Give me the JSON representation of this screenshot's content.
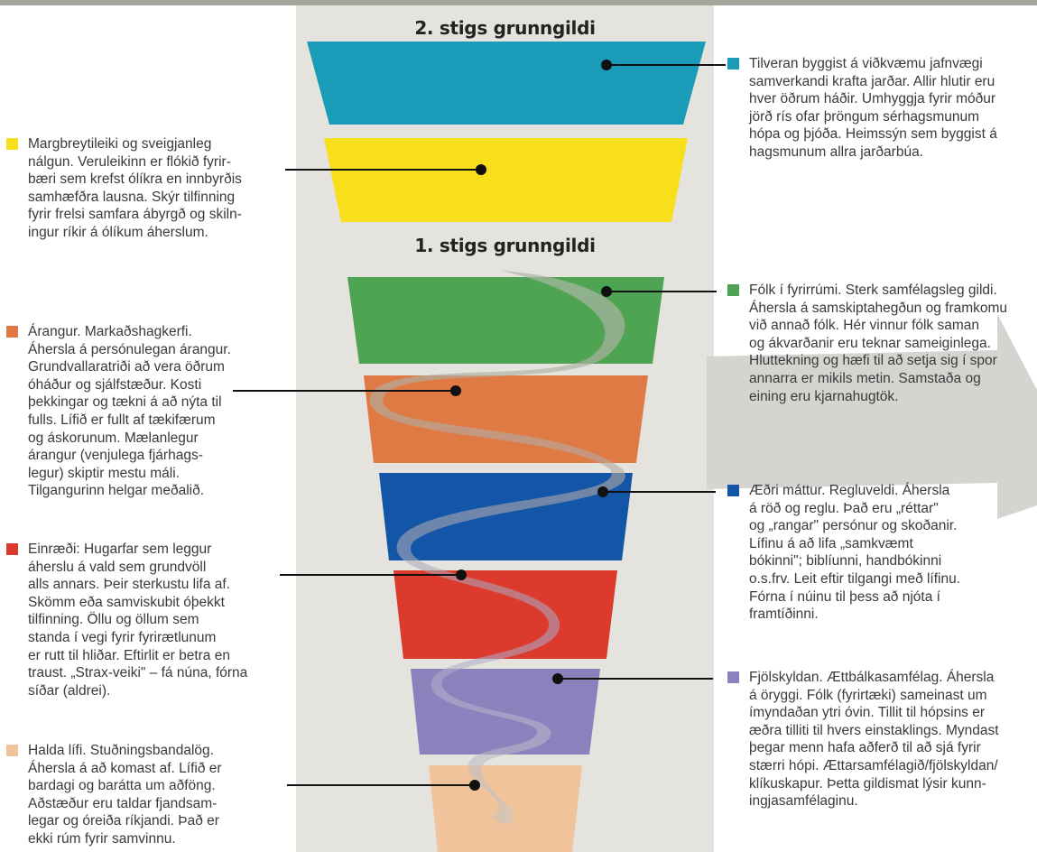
{
  "titles": {
    "second_tier": "2. stigs grunngildi",
    "first_tier": "1. stigs grunngildi"
  },
  "colors": {
    "turquoise": "#1a9cb8",
    "yellow": "#f8df1c",
    "green": "#4ea453",
    "orange": "#e07a45",
    "blue": "#1356a7",
    "red": "#dc3a2c",
    "purple": "#8c80bd",
    "beige": "#f1c39a",
    "column_bg": "#e4e3dd",
    "arrow": "#d5d4d0"
  },
  "levels": {
    "turquoise": "Tilveran byggist á viðkvæmu jafnvægi\nsamverkandi krafta jarðar. Allir hlutir eru\nhver öðrum háðir. Umhyggja fyrir móður\njörð rís ofar þröngum sérhagsmunum\nhópa og þjóða. Heimssýn sem byggist á\nhagsmunum allra jarðarbúa.",
    "yellow": "Margbreytileiki og sveigjanleg\nnálgun. Veruleikinn er flókið fyrir-\nbæri sem krefst ólíkra en innbyrðis\nsamhæfðra lausna. Skýr tilfinning\nfyrir frelsi samfara ábyrgð og skiln-\ningur ríkir á ólíkum áherslum.",
    "green": "Fólk í fyrirrúmi. Sterk samfélagsleg gildi.\nÁhersla á samskiptahegðun og framkomu\nvið annað fólk. Hér vinnur fólk saman\nog ákvarðanir eru teknar sameiginlega.\nHluttekning og hæfi til að setja sig í spor\nannarra er mikils metin. Samstaða og\neining eru kjarnahugtök.",
    "orange": "Árangur. Markaðshagkerfi.\nÁhersla á persónulegan árangur.\nGrundvallaratriði að vera öðrum\nóháður og sjálfstæður. Kosti\nþekkingar og tækni á að nýta til\nfulls. Lífið er fullt af tækifærum\nog áskorunum. Mælanlegur\nárangur (venjulega fjárhags-\nlegur) skiptir mestu máli.\nTilgangurinn helgar meðalið.",
    "blue": "Æðri máttur. Regluveldi. Áhersla\ná röð og reglu. Það eru „réttar\"\nog „rangar\" persónur og skoðanir.\nLífinu á að lifa „samkvæmt\nbókinni\"; biblíunni, handbókinni\no.s.frv. Leit eftir tilgangi með lífinu.\nFórna í núinu til þess að njóta í\nframtíðinni.",
    "red": "Einræði: Hugarfar sem leggur\náherslu á vald sem grundvöll\nalls annars. Þeir sterkustu lifa af.\nSkömm eða samviskubit óþekkt\ntilfinning. Öllu og öllum sem\nstanda í vegi fyrir fyrirætlunum\ner rutt til hliðar. Eftirlit er betra en\ntraust. „Strax-veiki\" – fá núna, fórna\nsíðar (aldrei).",
    "purple": "Fjölskyldan. Ættbálkasamfélag. Áhersla\ná öryggi. Fólk (fyrirtæki) sameinast um\nímyndaðan ytri óvin. Tillit til hópsins er\næðra tilliti til hvers einstaklings. Myndast\nþegar menn hafa aðferð til að sjá fyrir\nstærri hópi. Ættarsamfélagið/fjölskyldan/\nklíkuskapur. Þetta gildismat lýsir kunn-\ningjasamfélaginu.",
    "beige": "Halda lífi. Stuðningsbandalög.\nÁhersla á að komast af. Lífið er\nbardagi og barátta um aðföng.\nAðstæður eru taldar fjandsam-\nlegar og óreiða ríkjandi. Það er\nekki rúm fyrir samvinnu."
  }
}
